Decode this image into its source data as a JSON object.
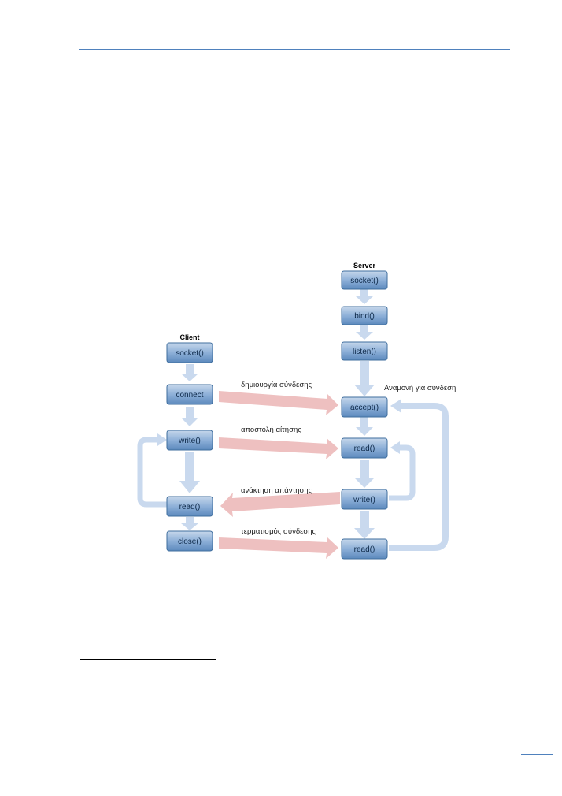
{
  "client": {
    "heading": "Client",
    "nodes": [
      "socket()",
      "connect",
      "write()",
      "read()",
      "close()"
    ]
  },
  "server": {
    "heading": "Server",
    "nodes": [
      "socket()",
      "bind()",
      "listen()",
      "accept()",
      "read()",
      "write()",
      "read()"
    ]
  },
  "messages": [
    "δημιουργία σύνδεσης",
    "αποστολή αίτησης",
    "ανάκτηση απάντησης",
    "τερματισμός σύνδεσης"
  ],
  "annotations": {
    "waiting": "Αναμονή για σύνδεση"
  },
  "colors": {
    "box_top": "#b9cde4",
    "box_bottom": "#5f8fc4",
    "flow_arrow": "#c9d9ee",
    "message_arrow": "#eec0c0"
  }
}
